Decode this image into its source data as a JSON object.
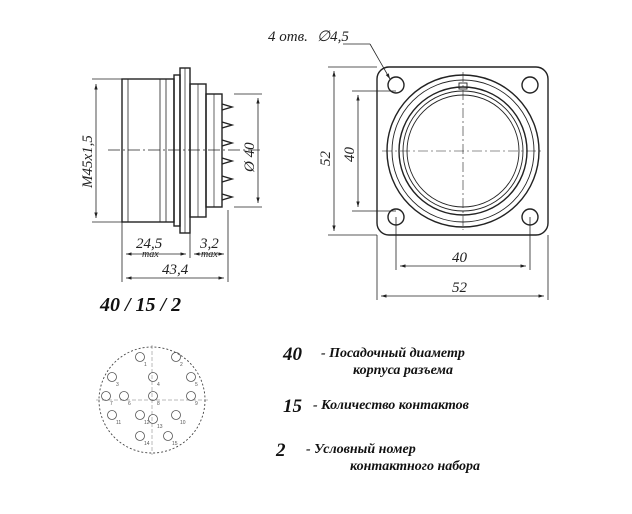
{
  "drawing": {
    "holes_label": "4 отв.",
    "holes_diameter": "∅4,5",
    "thread": "M45x1,5",
    "inner_diameter": "Ø 40",
    "body_length": "24,5",
    "flange_length": "3,2",
    "max_label": "max",
    "total_length": "43,4",
    "flange_height": "52",
    "bore_height": "40",
    "bore_width": "40",
    "flange_width": "52"
  },
  "designation": "40 / 15 / 2",
  "pins": [
    "1",
    "2",
    "3",
    "4",
    "5",
    "6",
    "7",
    "8",
    "9",
    "10",
    "11",
    "12",
    "13",
    "14",
    "15"
  ],
  "legend": [
    {
      "num": "40",
      "line1": "- Посадочный диаметр",
      "line2": "корпуса разъема"
    },
    {
      "num": "15",
      "line1": "- Количество контактов",
      "line2": ""
    },
    {
      "num": "2",
      "line1": "- Условный номер",
      "line2": "контактного набора"
    }
  ]
}
